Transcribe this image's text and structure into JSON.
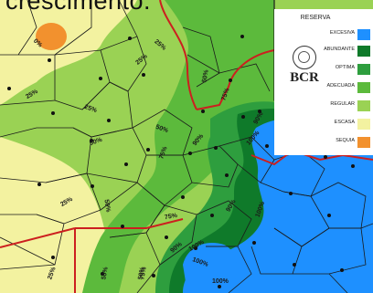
{
  "caption": "crescimento.",
  "legend": {
    "title": "RESERVA",
    "items": [
      {
        "label": "EXCESIVA",
        "color": "#1e90ff"
      },
      {
        "label": "ABUNDANTE",
        "color": "#0f7a2a"
      },
      {
        "label": "OPTIMA",
        "color": "#2e9e3e"
      },
      {
        "label": "ADECUADA",
        "color": "#5cba3c"
      },
      {
        "label": "REGULAR",
        "color": "#9ad254"
      },
      {
        "label": "ESCASA",
        "color": "#f3f2a0"
      },
      {
        "label": "SEQUIA",
        "color": "#f2912e"
      }
    ]
  },
  "logo": {
    "text": "BCR"
  },
  "isolines": [
    {
      "text": "0%"
    },
    {
      "text": "25%"
    },
    {
      "text": "25%"
    },
    {
      "text": "25%"
    },
    {
      "text": "25%"
    },
    {
      "text": "25%"
    },
    {
      "text": "25%"
    },
    {
      "text": "50%"
    },
    {
      "text": "50%"
    },
    {
      "text": "50%"
    },
    {
      "text": "50%"
    },
    {
      "text": "50%"
    },
    {
      "text": "50%"
    },
    {
      "text": "75%"
    },
    {
      "text": "75%"
    },
    {
      "text": "75%"
    },
    {
      "text": "75%"
    },
    {
      "text": "90%"
    },
    {
      "text": "90%"
    },
    {
      "text": "90%"
    },
    {
      "text": "100%"
    },
    {
      "text": "100%"
    },
    {
      "text": "100%"
    },
    {
      "text": "100%"
    },
    {
      "text": "100%"
    },
    {
      "text": "90%"
    }
  ]
}
